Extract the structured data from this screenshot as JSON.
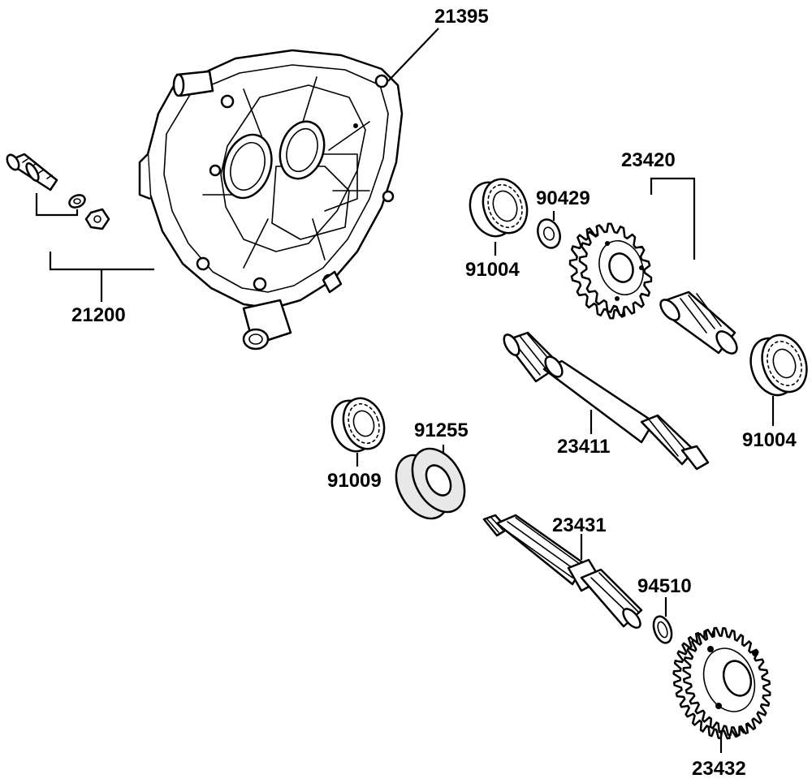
{
  "labels": {
    "housing": "21395",
    "bolt_set": "21200",
    "gear_assy": "23420",
    "washer": "90429",
    "bearing_upper": "91004",
    "bearing_right": "91004",
    "countershaft": "23411",
    "oil_seal": "91255",
    "bearing_lower": "91009",
    "final_shaft": "23431",
    "circlip": "94510",
    "final_gear": "23432"
  },
  "colors": {
    "line": "#000000",
    "background": "#ffffff"
  }
}
